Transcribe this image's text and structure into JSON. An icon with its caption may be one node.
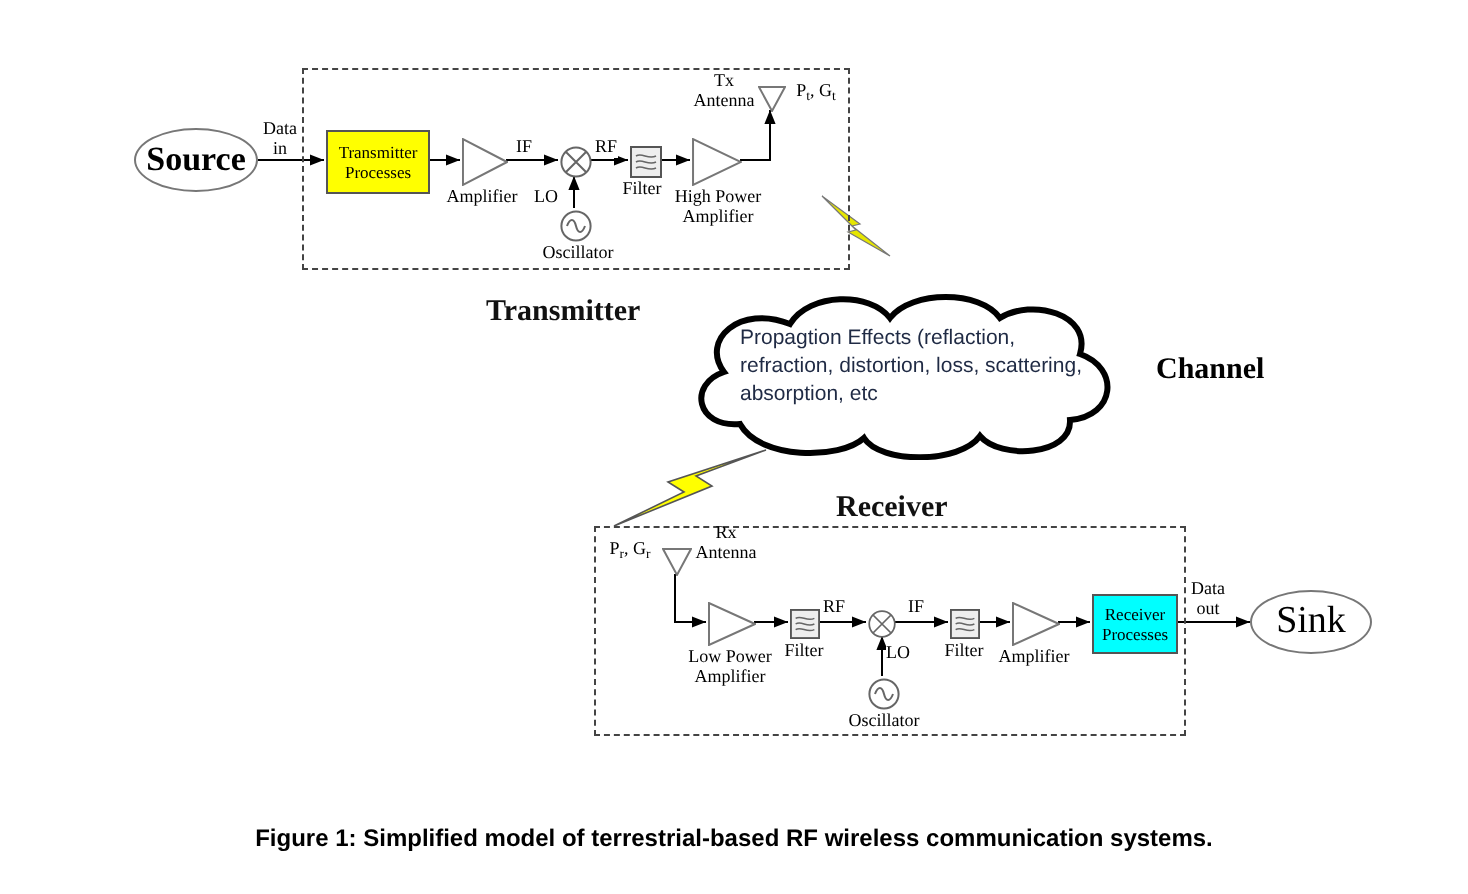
{
  "diagram": {
    "caption": "Figure 1: Simplified model of terrestrial-based RF wireless communication systems.",
    "nodes": [
      {
        "text": [
          "Transmitter"
        ]
      },
      {
        "text": [
          "Source"
        ]
      },
      {
        "text": [
          "Transmitter Processes"
        ],
        "in": 0
      },
      {
        "text": [],
        "shape": "triangle",
        "in": 0,
        "beside": [
          "Amplifier"
        ]
      },
      {
        "text": [],
        "shape": "circle",
        "in": 0
      },
      {
        "text": [],
        "shape": "circle",
        "in": 0,
        "beside": [
          "Oscillator"
        ]
      },
      {
        "text": [],
        "shape": "box",
        "in": 0,
        "beside": [
          "Filter"
        ]
      },
      {
        "text": [],
        "shape": "triangle",
        "in": 0,
        "beside": [
          "High Power Amplifier"
        ]
      },
      {
        "text": [],
        "shape": "triangle",
        "in": 0,
        "beside": [
          "Tx Antenna",
          "P$_{t}$, G$_{t}$"
        ]
      },
      {
        "text": [
          "Propagtion Effects (reflaction, refraction, distortion, loss, scattering, absorption, etc"
        ]
      },
      {
        "text": [
          "Receiver"
        ]
      },
      {
        "text": [],
        "shape": "triangle",
        "in": 10,
        "beside": [
          "P$_{r}$, G$_{r}$",
          "Rx Antenna"
        ]
      },
      {
        "text": [],
        "shape": "triangle",
        "in": 10,
        "beside": [
          "Low Power Amplifier"
        ]
      },
      {
        "text": [],
        "shape": "box",
        "in": 10,
        "beside": [
          "Filter"
        ]
      },
      {
        "text": [],
        "shape": "circle",
        "in": 10
      },
      {
        "text": [],
        "shape": "circle",
        "in": 10,
        "beside": [
          "Oscillator"
        ]
      },
      {
        "text": [],
        "shape": "box",
        "in": 10,
        "beside": [
          "Filter"
        ]
      },
      {
        "text": [],
        "shape": "triangle",
        "in": 10,
        "beside": [
          "Amplifier"
        ]
      },
      {
        "text": [
          "Receiver Processes"
        ],
        "in": 10
      },
      {
        "text": [
          "Sink"
        ]
      }
    ],
    "edges": [
      {
        "from": 1,
        "to": 2,
        "arrow": "to",
        "label": "Data in"
      },
      {
        "from": 2,
        "to": 3,
        "arrow": "to"
      },
      {
        "from": 3,
        "to": 4,
        "arrow": "to",
        "label": "IF"
      },
      {
        "from": 4,
        "to": 6,
        "arrow": "to",
        "label": "RF"
      },
      {
        "from": 5,
        "to": 4,
        "arrow": "to",
        "label": "LO"
      },
      {
        "from": 6,
        "to": 7,
        "arrow": "to"
      },
      {
        "from": 7,
        "to": 8,
        "arrow": "to"
      },
      {
        "from": 11,
        "to": 12,
        "arrow": "to"
      },
      {
        "from": 12,
        "to": 13,
        "arrow": "to"
      },
      {
        "from": 13,
        "to": 14,
        "arrow": "to",
        "label": "RF"
      },
      {
        "from": 15,
        "to": 14,
        "arrow": "to",
        "label": "LO"
      },
      {
        "from": 14,
        "to": 16,
        "arrow": "to",
        "label": "IF"
      },
      {
        "from": 16,
        "to": 17,
        "arrow": "to"
      },
      {
        "from": 17,
        "to": 18,
        "arrow": "to"
      },
      {
        "from": 18,
        "to": 19,
        "arrow": "to",
        "label": "Data out"
      }
    ],
    "labels": [
      "Channel"
    ]
  }
}
